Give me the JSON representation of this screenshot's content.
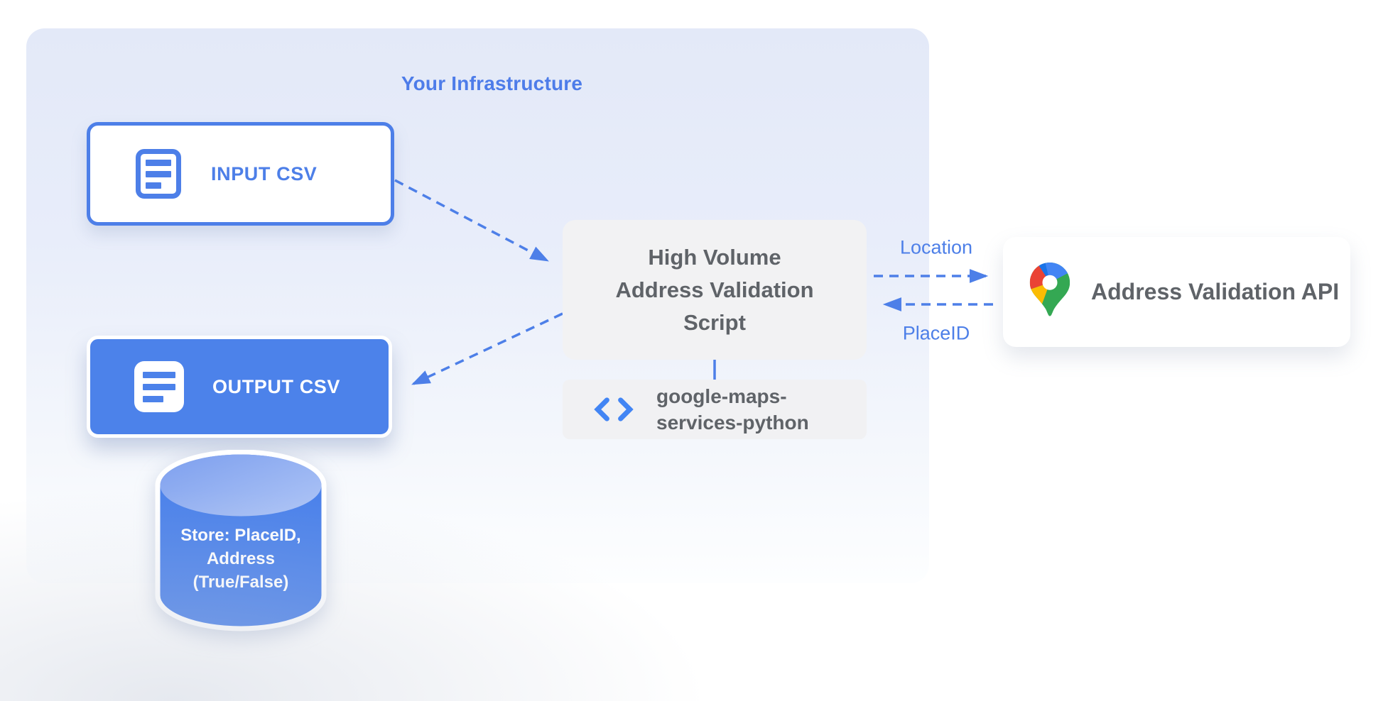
{
  "infrastructure": {
    "title": "Your Infrastructure"
  },
  "nodes": {
    "input_csv": {
      "label": "INPUT CSV"
    },
    "output_csv": {
      "label": "OUTPUT CSV"
    },
    "datastore": {
      "lines": [
        "Store: PlaceID,",
        "Address",
        "(True/False)"
      ]
    },
    "script": {
      "lines": [
        "High Volume",
        "Address Validation",
        "Script"
      ]
    },
    "library": {
      "lines": [
        "google-maps-",
        "services-python"
      ]
    },
    "api": {
      "label": "Address Validation API"
    }
  },
  "edges": {
    "location_label": "Location",
    "placeid_label": "PlaceID"
  },
  "icons": {
    "input_csv": "document-outline-icon",
    "output_csv": "document-filled-icon",
    "library": "code-brackets-icon",
    "api": "google-maps-pin-icon",
    "datastore": "database-cylinder"
  },
  "colors": {
    "accent_blue": "#4d7fe8",
    "fill_blue": "#4c82ea",
    "cylinder_top_light": "#9db7f3",
    "infra_bg_top": "#e3e9f8",
    "box_gray": "#f2f2f3",
    "text_gray": "#5f6368",
    "pin_red": "#ea4335",
    "pin_blue": "#4285f4",
    "pin_dark_blue": "#1a73e8",
    "pin_yellow": "#fbbc04",
    "pin_green": "#34a853"
  }
}
